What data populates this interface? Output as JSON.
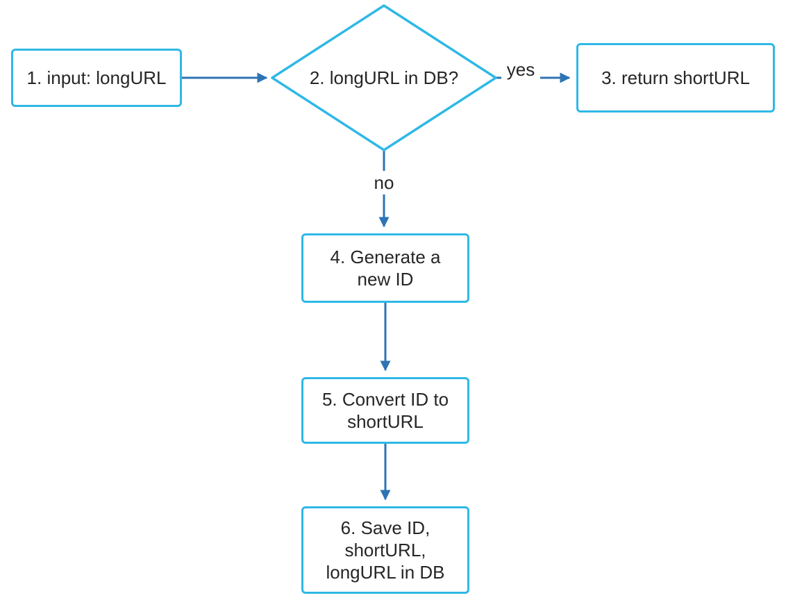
{
  "diagram": {
    "type": "flowchart",
    "colors": {
      "node_border": "#2eb8e6",
      "arrow": "#2e74b5",
      "text": "#262626",
      "background": "#ffffff"
    },
    "nodes": [
      {
        "id": "1",
        "shape": "rect",
        "label": "1. input: longURL"
      },
      {
        "id": "2",
        "shape": "diamond",
        "label": "2. longURL in DB?"
      },
      {
        "id": "3",
        "shape": "rect",
        "label": "3. return shortURL"
      },
      {
        "id": "4",
        "shape": "rect",
        "label": "4. Generate a\nnew ID"
      },
      {
        "id": "5",
        "shape": "rect",
        "label": "5. Convert ID to\nshortURL"
      },
      {
        "id": "6",
        "shape": "rect",
        "label": "6. Save ID,\nshortURL,\nlongURL in DB"
      }
    ],
    "edges": [
      {
        "from": "1",
        "to": "2",
        "label": ""
      },
      {
        "from": "2",
        "to": "3",
        "label": "yes"
      },
      {
        "from": "2",
        "to": "4",
        "label": "no"
      },
      {
        "from": "4",
        "to": "5",
        "label": ""
      },
      {
        "from": "5",
        "to": "6",
        "label": ""
      }
    ]
  }
}
